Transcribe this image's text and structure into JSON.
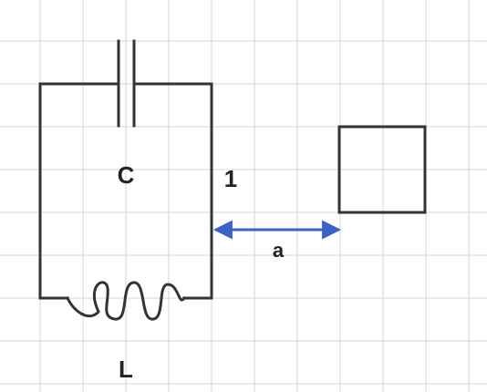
{
  "labels": {
    "capacitor": "C",
    "inductor": "L",
    "node": "1",
    "distance": "a"
  },
  "colors": {
    "wire": "#333333",
    "arrow": "#3a63c8",
    "grid": "#d6d6d6",
    "background": "#ffffff"
  },
  "components": {
    "capacitor_icon": "capacitor-symbol",
    "inductor_icon": "coil-symbol",
    "arrow_icon": "double-headed-arrow"
  }
}
